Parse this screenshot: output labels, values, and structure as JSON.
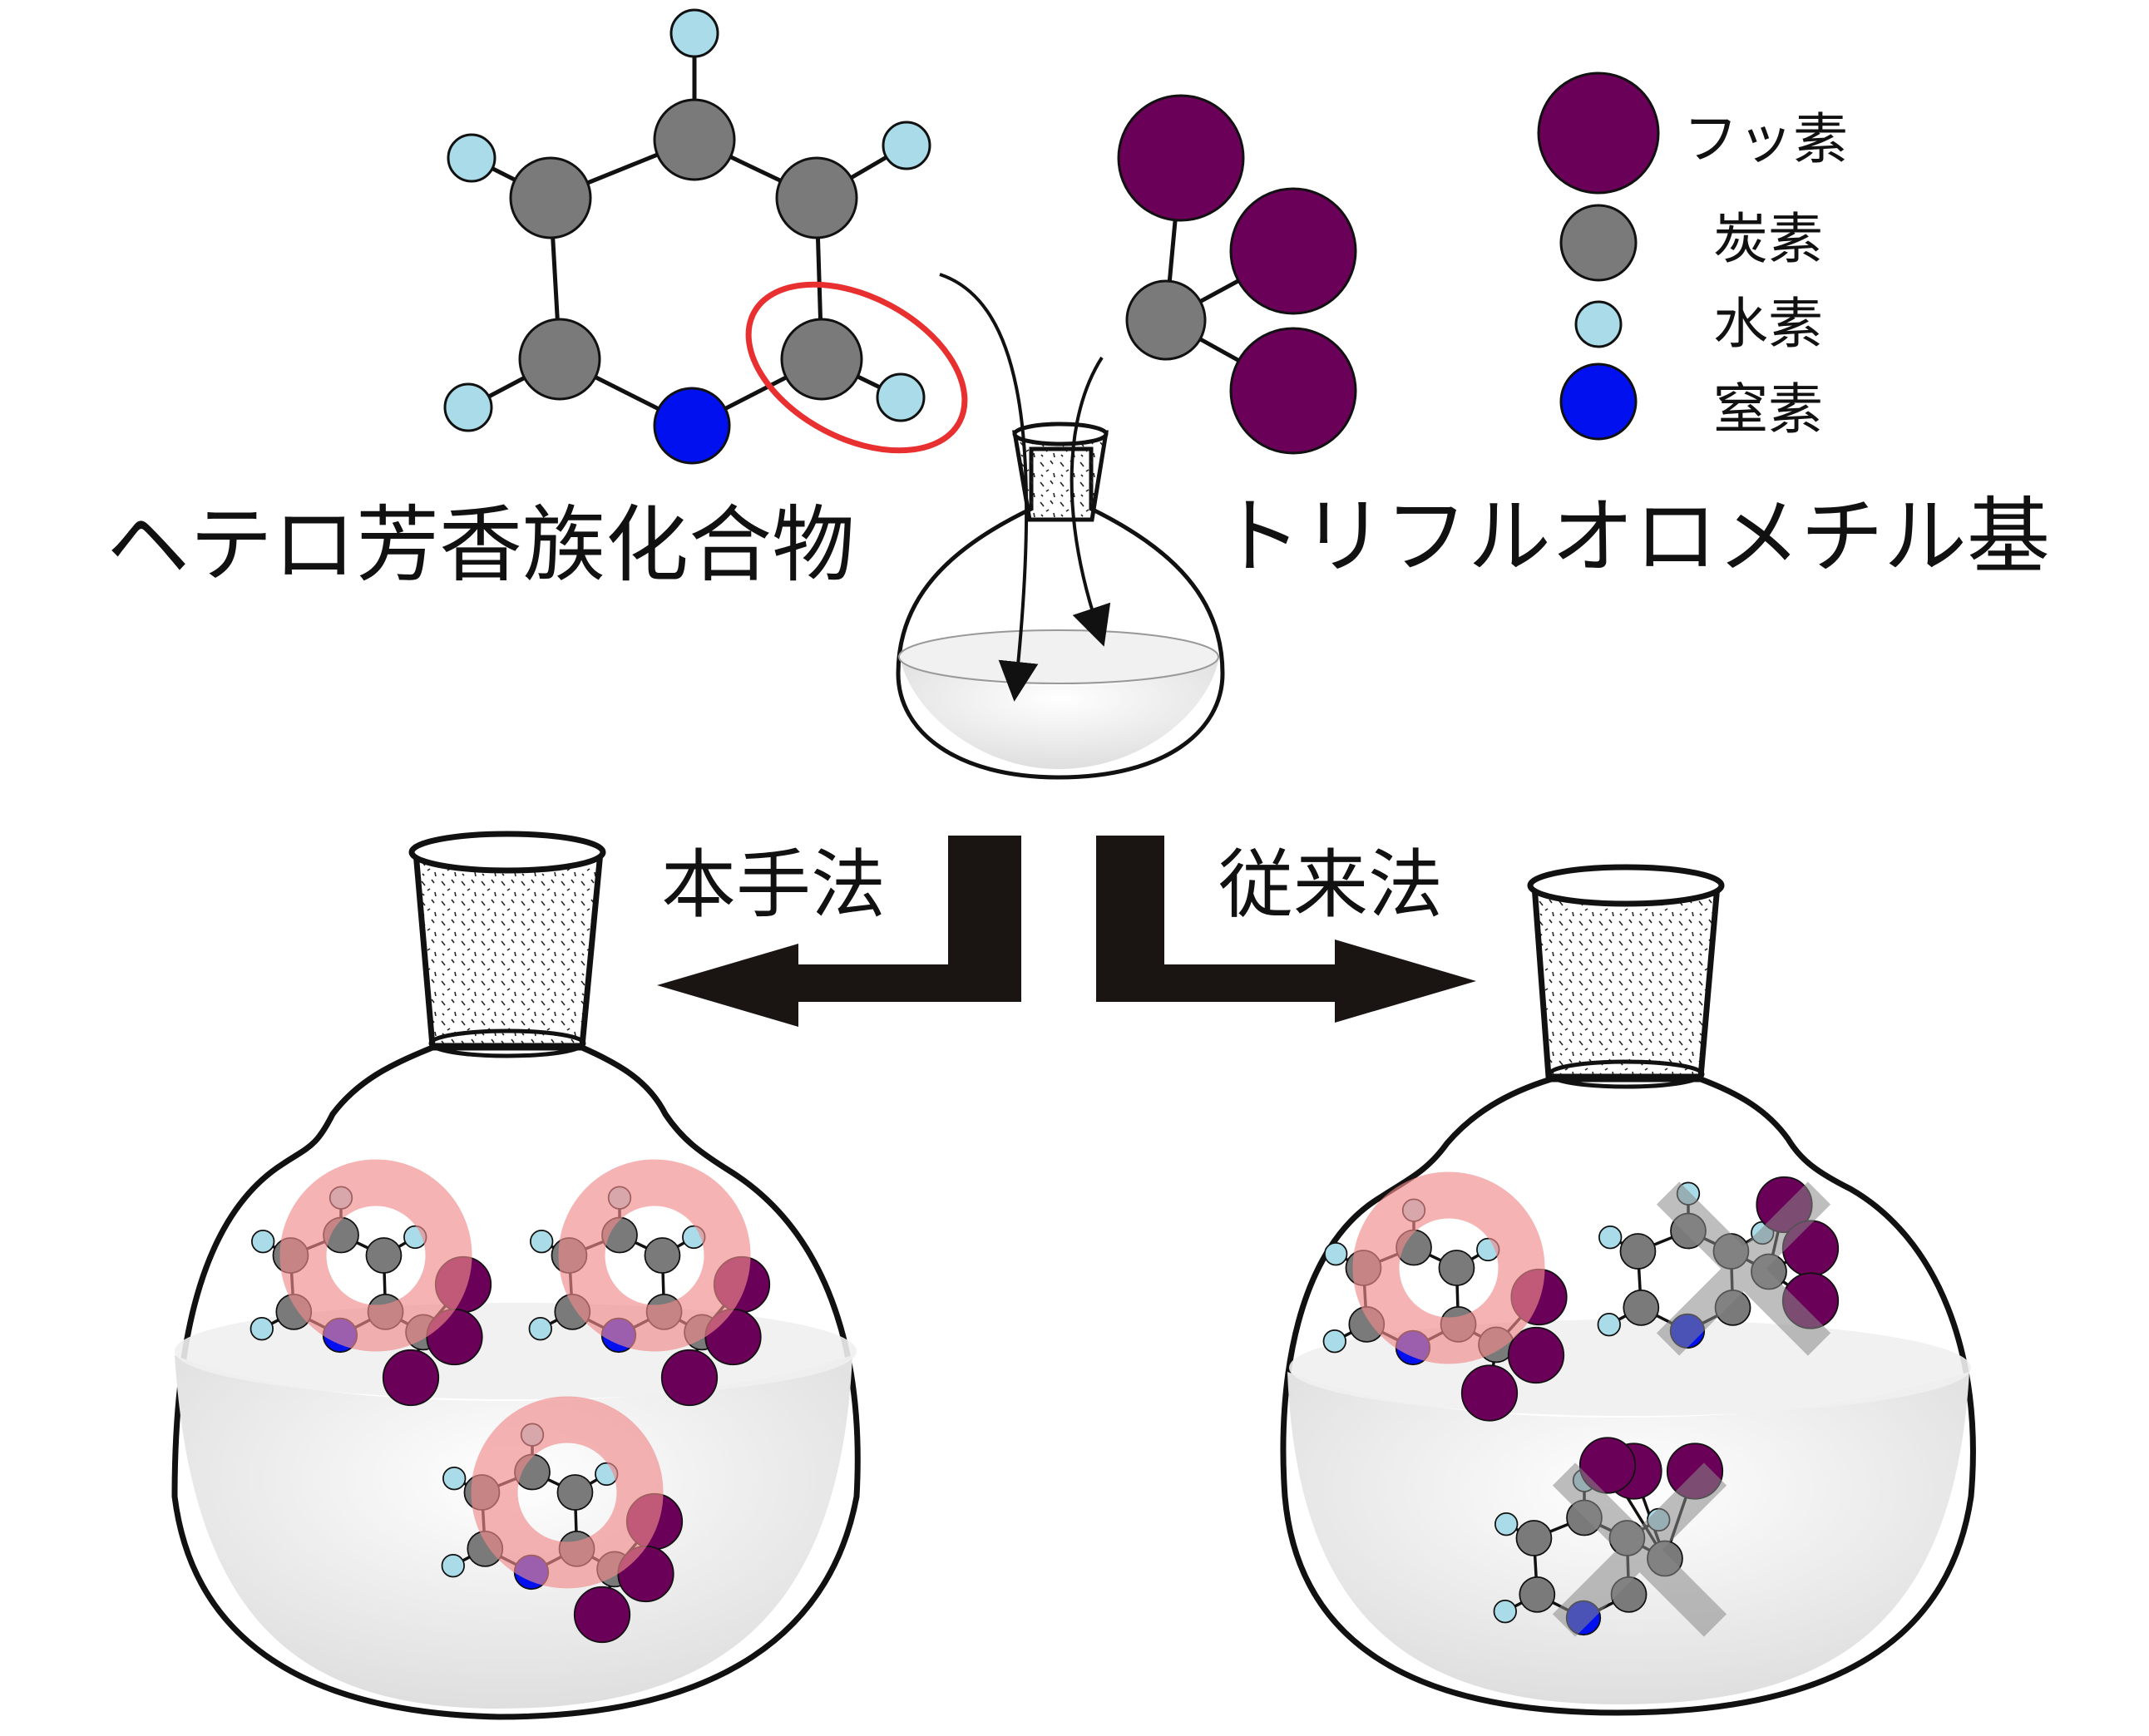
{
  "labels": {
    "heteroaromatic": "ヘテロ芳香族化合物",
    "trifluoromethyl": "トリフルオロメチル基",
    "this_method": "本手法",
    "conventional_method": "従来法"
  },
  "legend": [
    {
      "label": "フッ素",
      "color": "#6b0058",
      "role": "fluorine"
    },
    {
      "label": "炭素",
      "color": "#7a7a7a",
      "role": "carbon"
    },
    {
      "label": "水素",
      "color": "#a9dce8",
      "role": "hydrogen"
    },
    {
      "label": "窒素",
      "color": "#0010ee",
      "role": "nitrogen"
    }
  ],
  "colors": {
    "fluorine": "#6b0058",
    "carbon": "#7a7a7a",
    "hydrogen": "#a9dce8",
    "nitrogen": "#0010ee",
    "highlight_ring": "#f08a8a",
    "highlight_circle": "#e83030",
    "reject_cross": "#8a8a8a",
    "arrow": "#1a1412"
  }
}
